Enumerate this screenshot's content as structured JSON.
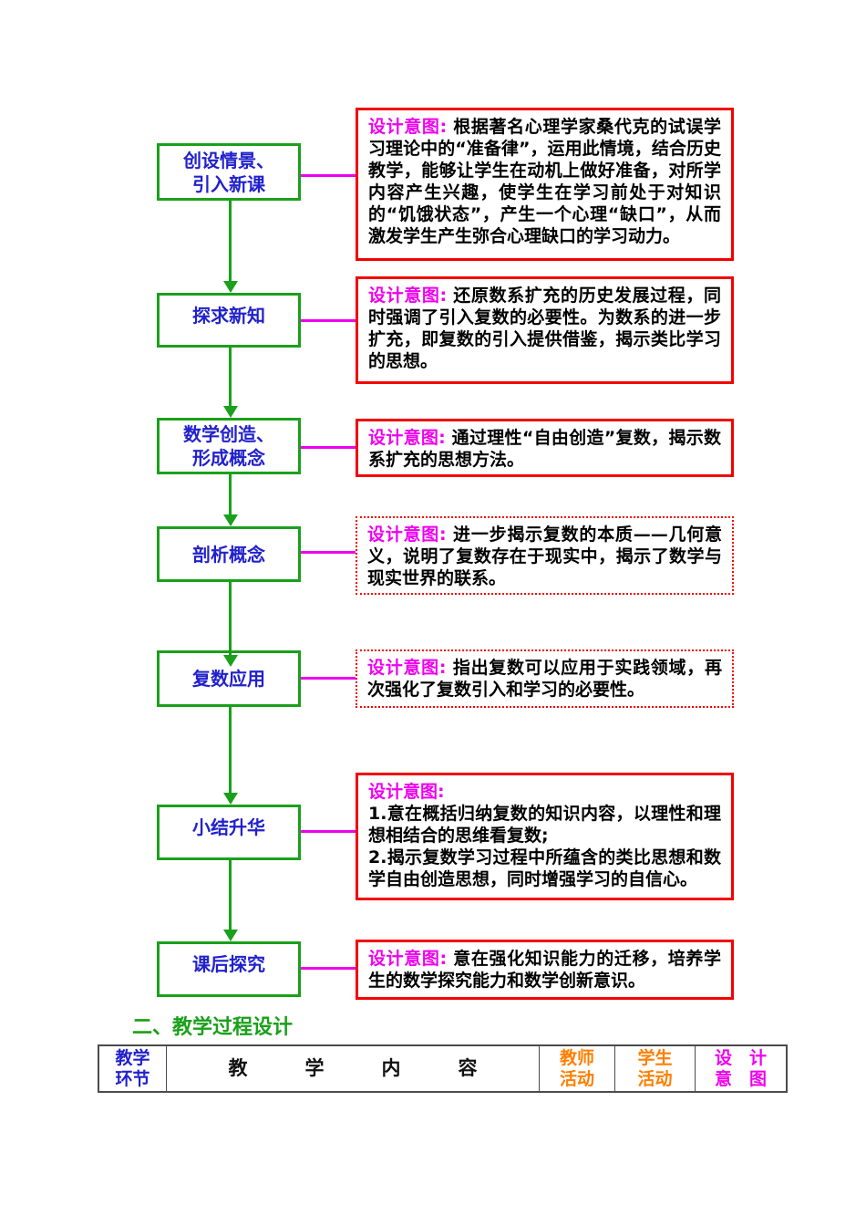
{
  "colors": {
    "flow_box_border_green": "#1aa01a",
    "flow_label_blue": "#2121cc",
    "intent_box_border_red": "#f40000",
    "intent_label_magenta": "#ee00ee",
    "connector_magenta": "#ee00ee",
    "activity_header_orange": "#ff7f00",
    "body_text_black": "#000000"
  },
  "flowchart": {
    "intent_label": "设计意图:",
    "steps": [
      {
        "label": "创设情景、\n引入新课",
        "intent": " 根据著名心理学家桑代克的试误学习理论中的“准备律”，运用此情境，结合历史教学，能够让学生在动机上做好准备，对所学内容产生兴趣，使学生在学习前处于对知识的“饥饿状态”，产生一个心理“缺口”，从而激发学生产生弥合心理缺口的学习动力。",
        "border_style": "solid"
      },
      {
        "label": "探求新知",
        "intent": " 还原数系扩充的历史发展过程，同时强调了引入复数的必要性。为数系的进一步扩充，即复数的引入提供借鉴，揭示类比学习的思想。",
        "border_style": "solid"
      },
      {
        "label": "数学创造、\n形成概念",
        "intent": " 通过理性“自由创造”复数，揭示数系扩充的思想方法。",
        "border_style": "solid"
      },
      {
        "label": "剖析概念",
        "intent": " 进一步揭示复数的本质——几何意义，说明了复数存在于现实中，揭示了数学与现实世界的联系。",
        "border_style": "dotted"
      },
      {
        "label": "复数应用",
        "intent": " 指出复数可以应用于实践领域，再次强化了复数引入和学习的必要性。",
        "border_style": "dotted"
      },
      {
        "label": "小结升华",
        "intent": "\n1.意在概括归纳复数的知识内容，以理性和理想相结合的思维看复数;\n2.揭示复数学习过程中所蕴含的类比思想和数学自由创造思想，同时增强学习的自信心。",
        "border_style": "solid"
      },
      {
        "label": "课后探究",
        "intent": " 意在强化知识能力的迁移，培养学生的数学探究能力和数学创新意识。",
        "border_style": "solid"
      }
    ]
  },
  "section": {
    "heading": "二、教学过程设计"
  },
  "process_table": {
    "headers": [
      "教学\n环节",
      "教　　　学　　　内　　　容",
      "教师\n活动",
      "学生\n活动",
      "设　计\n意　图"
    ]
  }
}
